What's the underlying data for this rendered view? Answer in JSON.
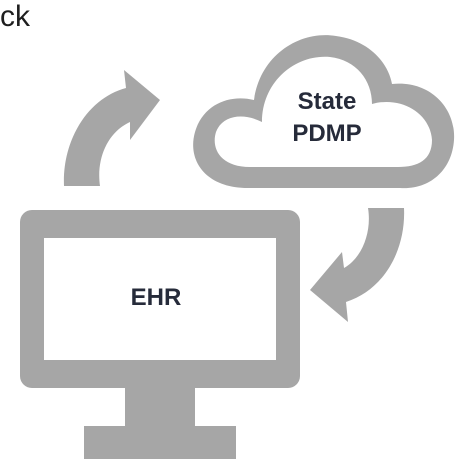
{
  "header": {
    "partial_text": "ck"
  },
  "cloud": {
    "label_line1": "State",
    "label_line2": "PDMP"
  },
  "monitor": {
    "label": "EHR"
  },
  "colors": {
    "icon_gray": "#a6a6a6",
    "label_text": "#262b3a",
    "background": "#ffffff"
  }
}
